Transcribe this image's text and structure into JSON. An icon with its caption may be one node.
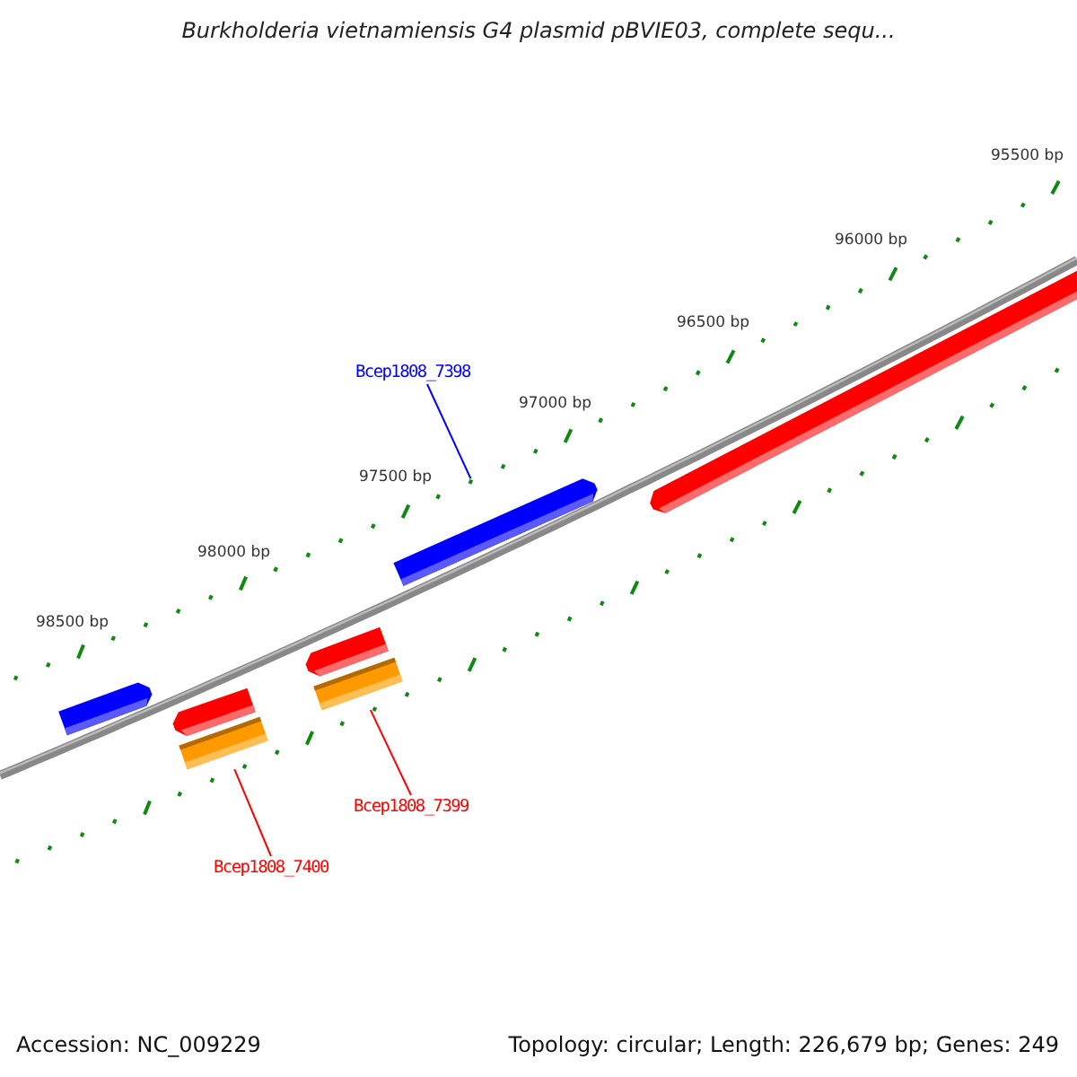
{
  "diagram": {
    "title": "Burkholderia vietnamiensis G4 plasmid pBVIE03, complete sequ...",
    "nodes": [
      {
        "text": [
          "Bcep1808_7398"
        ]
      },
      {
        "text": [],
        "shape": "arrow"
      },
      {
        "text": [],
        "shape": "arrow"
      },
      {
        "text": [],
        "shape": "arrow"
      },
      {
        "text": [],
        "shape": "bar"
      },
      {
        "text": [],
        "shape": "arrow"
      },
      {
        "text": [],
        "shape": "bar"
      },
      {
        "text": [],
        "shape": "arrow"
      },
      {
        "text": [
          "Bcep1808_7399"
        ]
      },
      {
        "text": [
          "Bcep1808_7400"
        ]
      }
    ],
    "edges": [
      {
        "from": 0,
        "to": 1,
        "arrow": "none",
        "color": "#0000ff"
      },
      {
        "from": 8,
        "to": 6,
        "arrow": "none"
      },
      {
        "from": 9,
        "to": 4,
        "arrow": "none"
      }
    ],
    "labels": [
      "95500 bp",
      "96000 bp",
      "96500 bp",
      "97000 bp",
      "97500 bp",
      "98000 bp",
      "98500 bp",
      "Accession: NC_009229",
      "Topology: circular; Length: 226,679 bp; Genes: 249"
    ]
  }
}
